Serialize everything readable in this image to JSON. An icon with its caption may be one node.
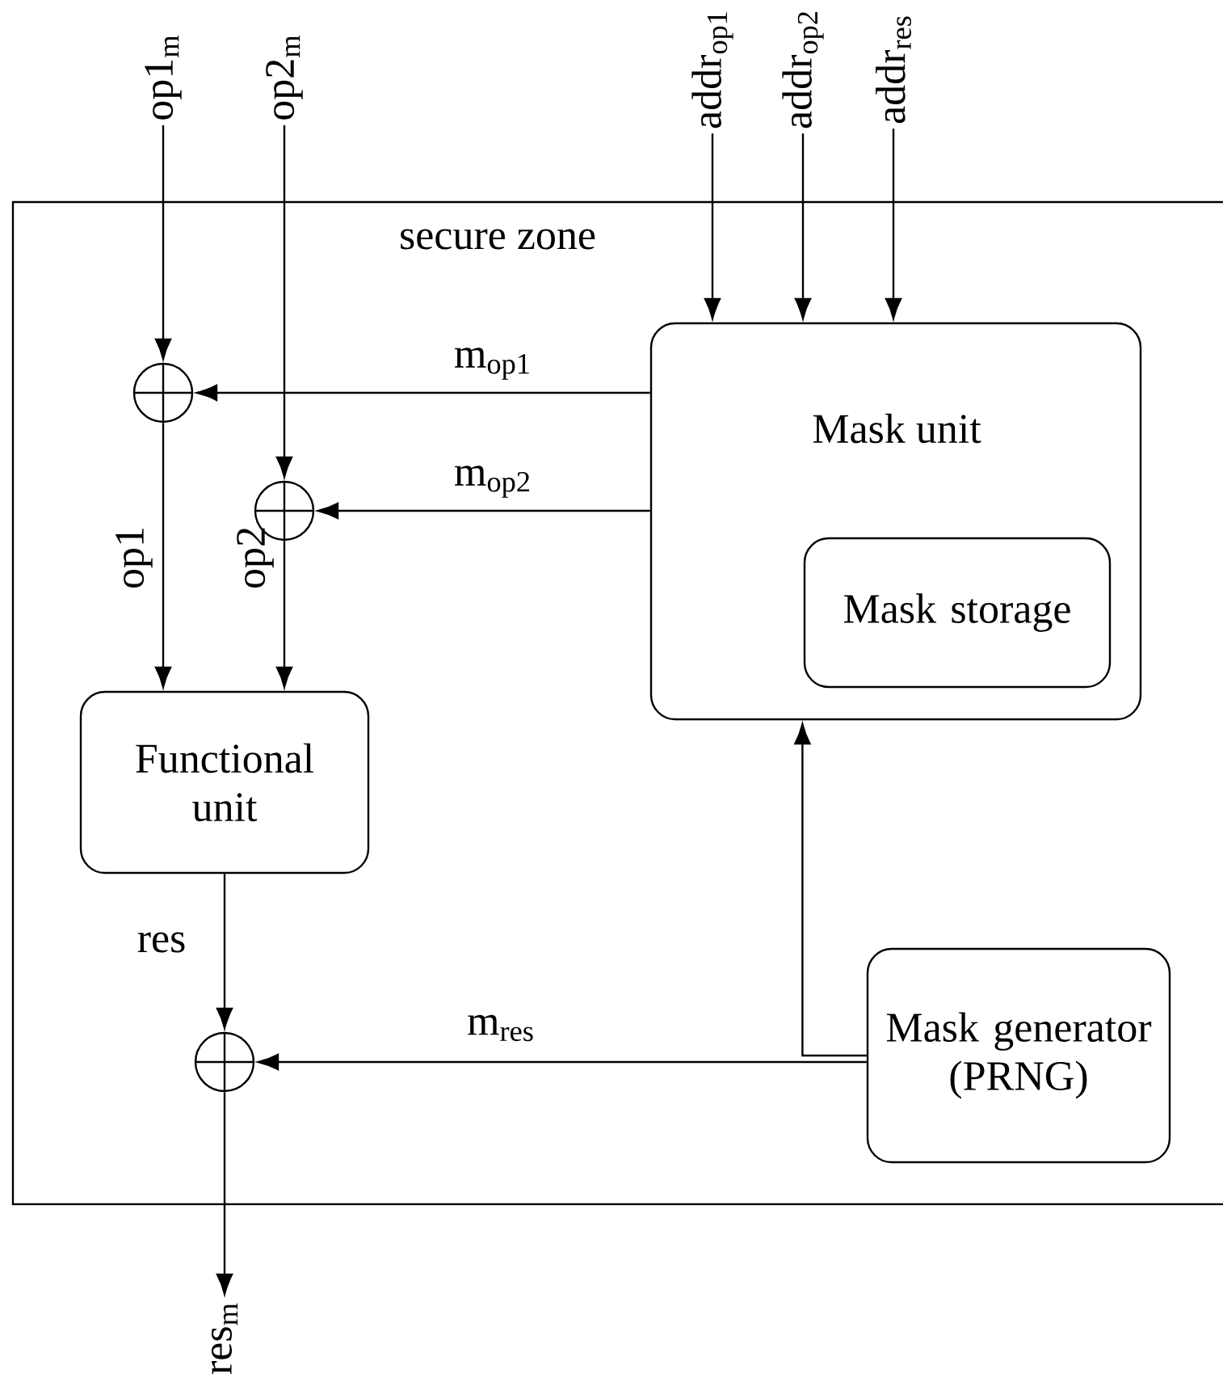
{
  "diagram": {
    "nodes": [
      {
        "text": [
          "secure zone"
        ]
      },
      {
        "text": [
          "Mask unit"
        ],
        "in": 0
      },
      {
        "text": [
          "Mask storage"
        ],
        "in": 1
      },
      {
        "text": [
          "Functional unit"
        ],
        "in": 0
      },
      {
        "text": [
          "Mask generator (PRNG)"
        ],
        "in": 0
      },
      {
        "text": [],
        "shape": "circle",
        "in": 0
      },
      {
        "text": [],
        "shape": "circle",
        "in": 0
      },
      {
        "text": [],
        "shape": "circle",
        "in": 0
      },
      {
        "text": [
          "op1$_{m}$"
        ]
      },
      {
        "text": [
          "op2$_{m}$"
        ]
      },
      {
        "text": [
          "addr$_{op1}$"
        ]
      },
      {
        "text": [
          "addr$_{op2}$"
        ]
      },
      {
        "text": [
          "addr$_{res}$"
        ]
      },
      {
        "text": [
          "res$_{m}$"
        ]
      }
    ],
    "edges": [
      {
        "from": 8,
        "to": 5,
        "arrow": "to"
      },
      {
        "from": 9,
        "to": 6,
        "arrow": "to"
      },
      {
        "from": 10,
        "to": 1,
        "arrow": "to"
      },
      {
        "from": 11,
        "to": 1,
        "arrow": "to"
      },
      {
        "from": 12,
        "to": 1,
        "arrow": "to"
      },
      {
        "from": 1,
        "to": 5,
        "arrow": "to",
        "label": "m$_{op1}$"
      },
      {
        "from": 1,
        "to": 6,
        "arrow": "to",
        "label": "m$_{op2}$"
      },
      {
        "from": 5,
        "to": 3,
        "arrow": "to",
        "label": "op1"
      },
      {
        "from": 6,
        "to": 3,
        "arrow": "to",
        "label": "op2"
      },
      {
        "from": 3,
        "to": 7,
        "arrow": "to",
        "label": "res"
      },
      {
        "from": 4,
        "to": 7,
        "arrow": "to",
        "label": "m$_{res}$"
      },
      {
        "from": 4,
        "to": 1,
        "arrow": "to"
      },
      {
        "from": 7,
        "to": 13,
        "arrow": "to"
      }
    ]
  }
}
